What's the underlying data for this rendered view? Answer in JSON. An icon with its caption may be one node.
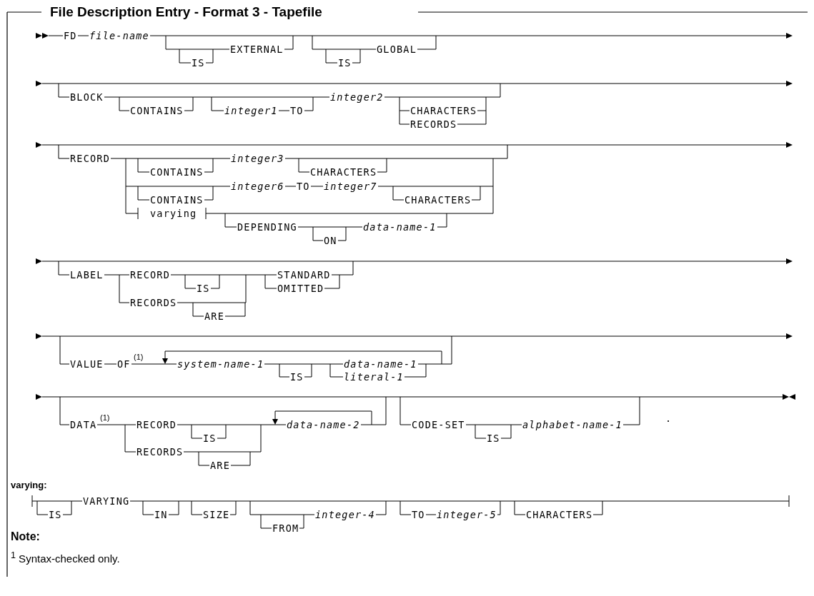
{
  "diagram": {
    "title": "File Description Entry - Format 3 - Tapefile",
    "labels": [
      "FD",
      "file-name",
      "EXTERNAL",
      "GLOBAL",
      "IS",
      "IS",
      "BLOCK",
      "integer2",
      "CONTAINS",
      "integer1",
      "TO",
      "CHARACTERS",
      "RECORDS",
      "RECORD",
      "integer3",
      "CONTAINS",
      "CHARACTERS",
      "integer6",
      "TO",
      "integer7",
      "CONTAINS",
      "CHARACTERS",
      "varying",
      "DEPENDING",
      "ON",
      "data-name-1",
      "LABEL",
      "RECORD",
      "STANDARD",
      "IS",
      "OMITTED",
      "RECORDS",
      "ARE",
      "VALUE",
      "OF",
      "(1)",
      "system-name-1",
      "data-name-1",
      "IS",
      "literal-1",
      "DATA",
      "(1)",
      "RECORD",
      "data-name-2",
      "CODE-SET",
      "alphabet-name-1",
      ".",
      "IS",
      "IS",
      "RECORDS",
      "ARE",
      "varying:",
      "IS",
      "VARYING",
      "IN",
      "SIZE",
      "integer-4",
      "TO",
      "integer-5",
      "CHARACTERS",
      "FROM",
      "Note:",
      "$^{1}$ Syntax-checked only."
    ]
  }
}
